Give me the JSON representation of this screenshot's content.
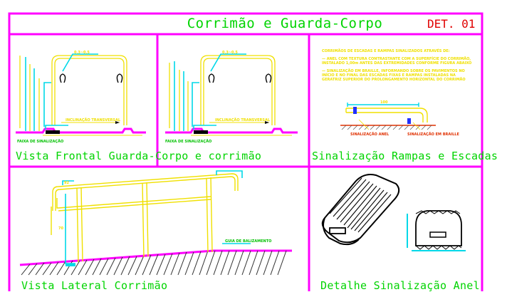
{
  "sheet": {
    "title": "Corrimão e Guarda-Corpo",
    "detail_number": "DET. 01"
  },
  "panels": {
    "frontal": {
      "caption": "Vista Frontal Guarda-Corpo e corrimão",
      "tag_left": "FAIXA DE SINALIZAÇÃO",
      "tag_right": "INCLINAÇÃO TRANSVERSAL",
      "dim": "0,3~0,5"
    },
    "sinalizacao": {
      "caption": "Sinalização Rampas e Escadas",
      "note_lines": [
        "CORRIMÃOS DE ESCADAS E RAMPAS SINALIZADOS ATRAVÉS DE:",
        "",
        "— ANEL COM TEXTURA CONTRASTANTE COM A SUPERFÍCIE DO CORRIMÃO,",
        "INSTALADO 1,00m ANTES DAS EXTREMIDADES CONFORME FIGURA ABAIXO",
        "",
        "— SINALIZAÇÃO EM BRAILLE, INFORMANDO SOBRE OS PAVIMENTOS NO",
        "INÍCIO E NO FINAL DAS ESCADAS FIXAS E RAMPAS INSTALADAS NA",
        "GERATRIZ SUPERIOR DO PROLONGAMENTO HORIZONTAL DO CORRIMÃO"
      ],
      "dim_top": "100",
      "tag_left": "SINALIZAÇÃO ANEL",
      "tag_right": "SINALIZAÇÃO EM BRAILLE"
    },
    "lateral": {
      "caption": "Vista Lateral Corrimão",
      "tag": "GUIA DE BALIZAMENTO",
      "dims": [
        "92",
        "70"
      ]
    },
    "anel": {
      "caption": "Detalhe Sinalização Anel"
    }
  },
  "colors": {
    "frame": "#ff00ff",
    "text_green": "#00d400",
    "handrail": "#f0e000",
    "dimension": "#00d8e8",
    "title_red": "#e00000",
    "hatch": "#333333"
  }
}
